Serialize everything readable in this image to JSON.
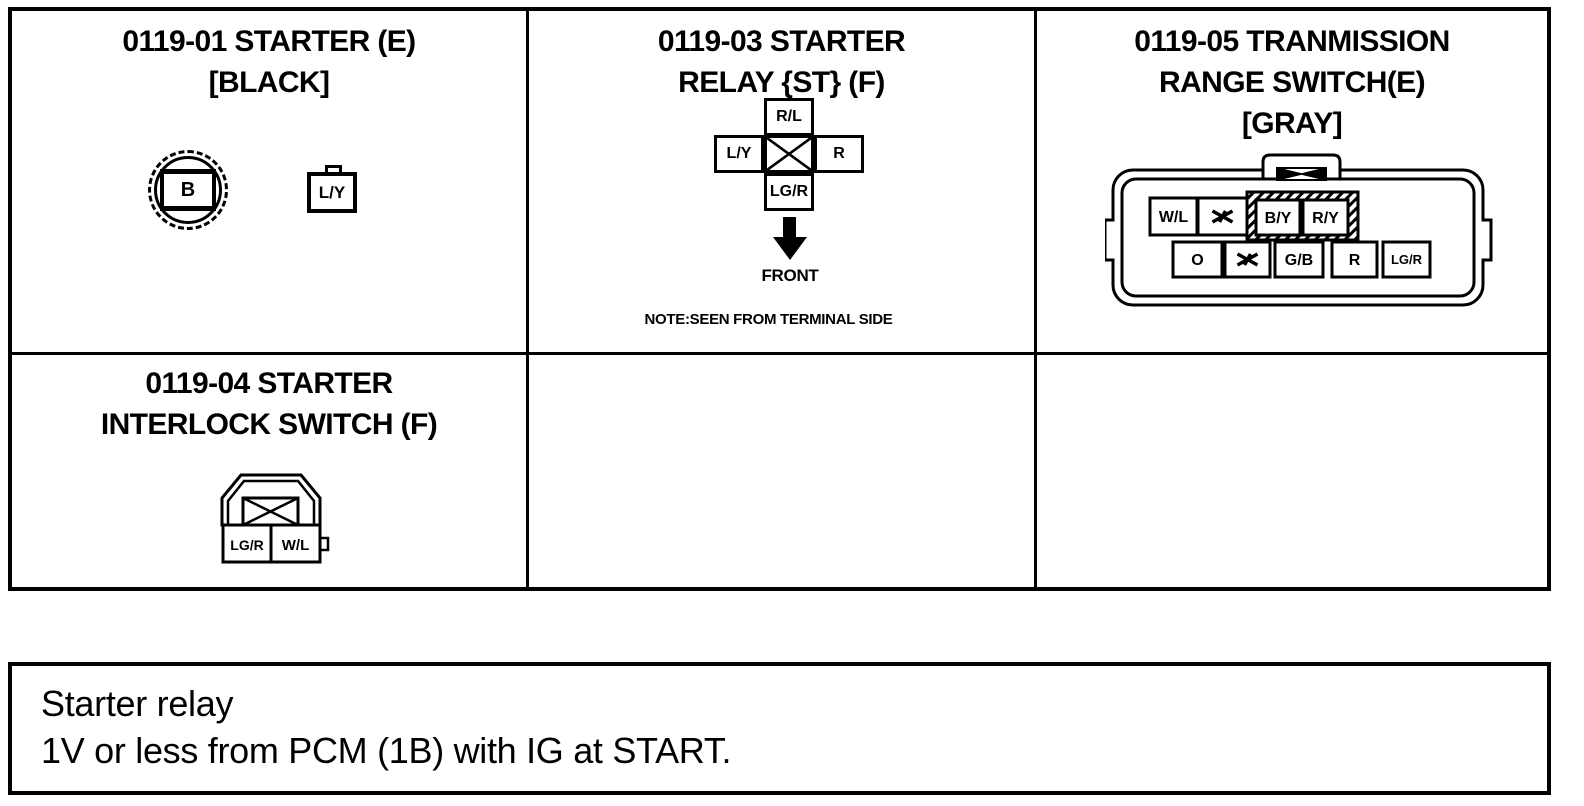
{
  "page": {
    "background": "#ffffff",
    "line_color": "#000000"
  },
  "panels": {
    "starter": {
      "title_line1": "0119-01 STARTER (E)",
      "title_line2": "[BLACK]",
      "terminal_b": "B",
      "terminal_ly": "L/Y"
    },
    "starter_relay": {
      "title_line1": "0119-03 STARTER",
      "title_line2": "RELAY {ST} (F)",
      "pin_top": "R/L",
      "pin_left": "L/Y",
      "pin_right": "R",
      "pin_bottom": "LG/R",
      "front_label": "FRONT",
      "note": "NOTE:SEEN FROM TERMINAL SIDE"
    },
    "range_switch": {
      "title_line1": "0119-05 TRANMISSION",
      "title_line2": "RANGE SWITCH(E)",
      "title_line3": "[GRAY]",
      "row1": {
        "c1": "W/L",
        "c2": "∗",
        "c3": "B/Y",
        "c4": "R/Y"
      },
      "row2": {
        "c1": "O",
        "c2": "∗",
        "c3": "G/B",
        "c4": "R",
        "c5": "LG/R"
      }
    },
    "interlock": {
      "title_line1": "0119-04 STARTER",
      "title_line2": "INTERLOCK SWITCH (F)",
      "pin_left": "LG/R",
      "pin_right": "W/L"
    }
  },
  "result_box": {
    "line1": "Starter relay",
    "line2": "1V or less from PCM (1B) with IG at START."
  }
}
